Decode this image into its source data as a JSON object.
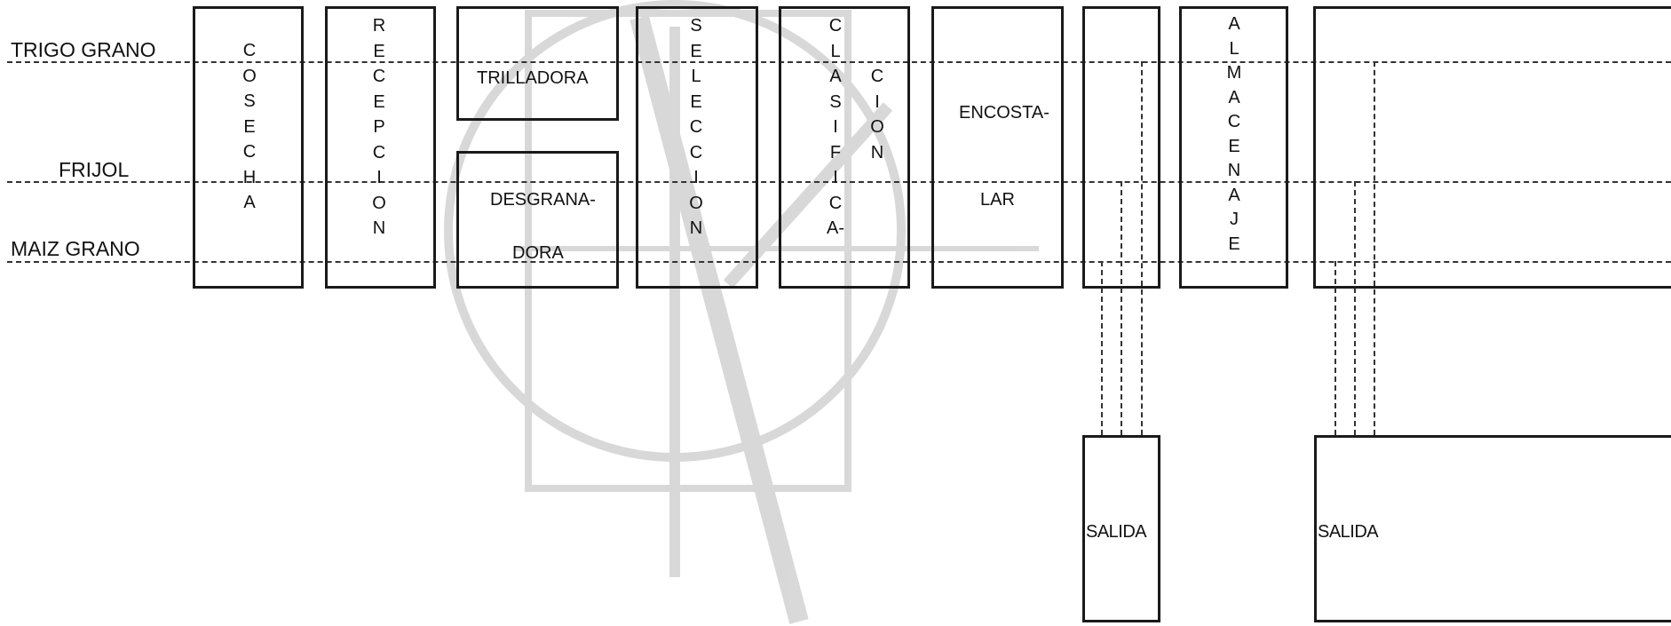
{
  "rows": {
    "trigo": "TRIGO GRANO",
    "frijol": "FRIJOL",
    "maiz": "MAIZ GRANO"
  },
  "stages": {
    "cosecha": [
      "C",
      "O",
      "S",
      "E",
      "C",
      "H",
      "A"
    ],
    "recepcion": [
      "R",
      "E",
      "C",
      "E",
      "P",
      "C",
      "I",
      "O",
      "N"
    ],
    "trilladora": "TRILLADORA",
    "desgranadora_top": "DESGRANA-",
    "desgranadora_bottom": "DORA",
    "seleccion": [
      "S",
      "E",
      "L",
      "E",
      "C",
      "C",
      "I",
      "O",
      "N"
    ],
    "clasificacion_a": [
      "C",
      "L",
      "A",
      "S",
      "I",
      "F",
      "I",
      "C",
      "A-"
    ],
    "clasificacion_b": [
      "C",
      "I",
      "O",
      "N"
    ],
    "encostalar_top": "ENCOSTA-",
    "encostalar_bottom": "LAR",
    "almacenaje": [
      "A",
      "L",
      "M",
      "A",
      "C",
      "E",
      "N",
      "A",
      "J",
      "E"
    ]
  },
  "outputs": {
    "salida_1": "SALIDA",
    "salida_2": "SALIDA"
  }
}
